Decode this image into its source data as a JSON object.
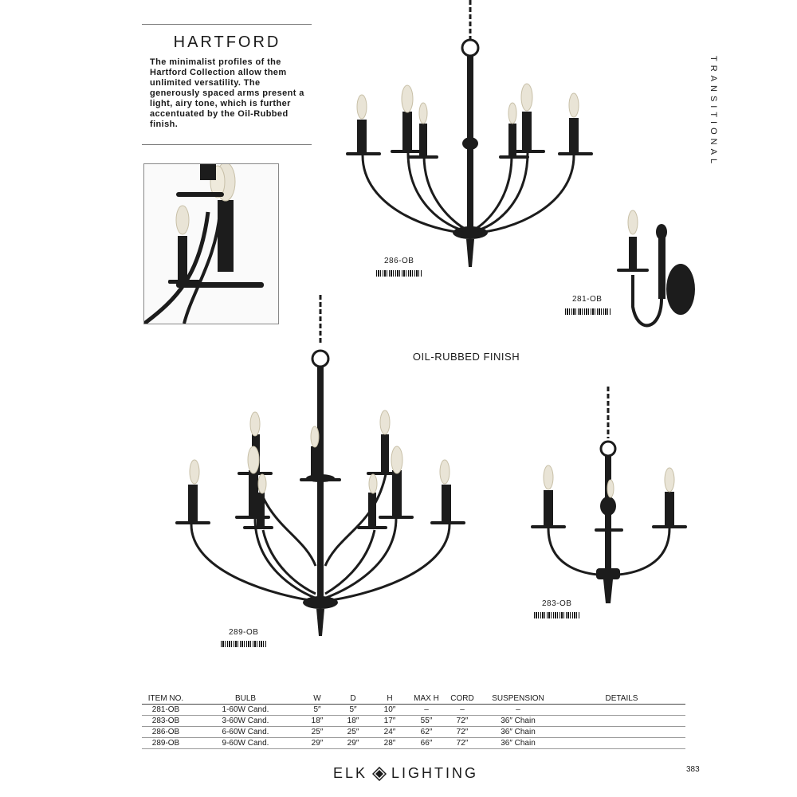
{
  "page": {
    "title": "HARTFORD",
    "description": "The minimalist profiles of the Hartford Collection allow them unlimited versatility. The generously spaced arms present a light, airy tone, which is further accentuated by the Oil-Rubbed finish.",
    "side_label": "TRANSITIONAL",
    "finish_label": "OIL-RUBBED FINISH",
    "page_number": "383",
    "colors": {
      "fixture": "#1c1c1c",
      "rule": "#777777",
      "bulb": "#e9e4d6"
    }
  },
  "products": [
    {
      "sku": "286-OB"
    },
    {
      "sku": "281-OB"
    },
    {
      "sku": "289-OB"
    },
    {
      "sku": "283-OB"
    }
  ],
  "table": {
    "headers": [
      "ITEM NO.",
      "BULB",
      "W",
      "D",
      "H",
      "MAX H",
      "CORD",
      "SUSPENSION",
      "DETAILS"
    ],
    "rows": [
      [
        "281-OB",
        "1-60W Cand.",
        "5″",
        "5″",
        "10″",
        "–",
        "–",
        "–",
        ""
      ],
      [
        "283-OB",
        "3-60W Cand.",
        "18″",
        "18″",
        "17″",
        "55″",
        "72″",
        "36″ Chain",
        ""
      ],
      [
        "286-OB",
        "6-60W Cand.",
        "25″",
        "25″",
        "24″",
        "62″",
        "72″",
        "36″ Chain",
        ""
      ],
      [
        "289-OB",
        "9-60W Cand.",
        "29″",
        "29″",
        "28″",
        "66″",
        "72″",
        "36″ Chain",
        ""
      ]
    ]
  },
  "brand": {
    "left": "ELK",
    "right": "LIGHTING",
    "icon": "diamond-logo-icon"
  }
}
